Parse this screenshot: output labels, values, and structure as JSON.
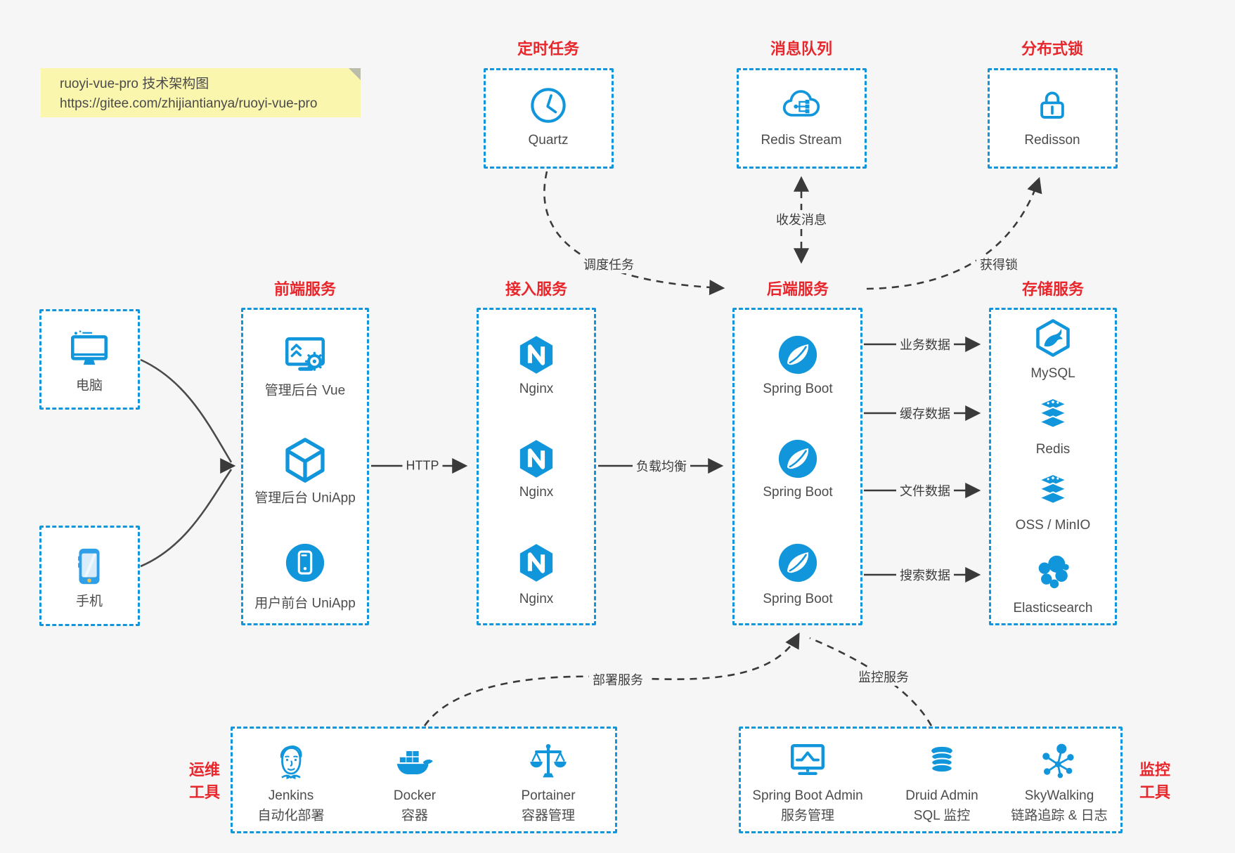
{
  "note": {
    "line1": "ruoyi-vue-pro 技术架构图",
    "line2": "https://gitee.com/zhijiantianya/ruoyi-vue-pro"
  },
  "top_nodes": [
    {
      "title": "定时任务",
      "label": "Quartz",
      "icon": "clock-icon"
    },
    {
      "title": "消息队列",
      "label": "Redis Stream",
      "icon": "cloud-message-icon"
    },
    {
      "title": "分布式锁",
      "label": "Redisson",
      "icon": "lock-icon"
    }
  ],
  "clients": [
    {
      "label": "电脑",
      "icon": "desktop-icon"
    },
    {
      "label": "手机",
      "icon": "smartphone-icon"
    }
  ],
  "columns": {
    "frontend": {
      "title": "前端服务",
      "items": [
        {
          "label": "管理后台 Vue",
          "icon": "admin-vue-icon"
        },
        {
          "label": "管理后台 UniApp",
          "icon": "uniapp-cube-icon"
        },
        {
          "label": "用户前台 UniApp",
          "icon": "mobile-app-icon"
        }
      ]
    },
    "gateway": {
      "title": "接入服务",
      "items": [
        {
          "label": "Nginx",
          "icon": "nginx-icon"
        },
        {
          "label": "Nginx",
          "icon": "nginx-icon"
        },
        {
          "label": "Nginx",
          "icon": "nginx-icon"
        }
      ]
    },
    "backend": {
      "title": "后端服务",
      "items": [
        {
          "label": "Spring Boot",
          "icon": "spring-icon"
        },
        {
          "label": "Spring Boot",
          "icon": "spring-icon"
        },
        {
          "label": "Spring Boot",
          "icon": "spring-icon"
        }
      ]
    },
    "storage": {
      "title": "存储服务",
      "items": [
        {
          "label": "MySQL",
          "icon": "mysql-icon"
        },
        {
          "label": "Redis",
          "icon": "redis-stack-icon"
        },
        {
          "label": "OSS / MinIO",
          "icon": "storage-stack-icon"
        },
        {
          "label": "Elasticsearch",
          "icon": "elasticsearch-icon"
        }
      ]
    }
  },
  "edges": {
    "schedule_task": "调度任务",
    "send_receive_message": "收发消息",
    "acquire_lock": "获得锁",
    "http": "HTTP",
    "load_balance": "负载均衡",
    "business_data": "业务数据",
    "cache_data": "缓存数据",
    "file_data": "文件数据",
    "search_data": "搜索数据",
    "deploy_service": "部署服务",
    "monitor_service": "监控服务"
  },
  "ops_tools": {
    "title_lines": [
      "运维",
      "工具"
    ],
    "items": [
      {
        "name": "Jenkins",
        "desc": "自动化部署",
        "icon": "jenkins-icon"
      },
      {
        "name": "Docker",
        "desc": "容器",
        "icon": "docker-whale-icon"
      },
      {
        "name": "Portainer",
        "desc": "容器管理",
        "icon": "scales-icon"
      }
    ]
  },
  "monitor_tools": {
    "title_lines": [
      "监控",
      "工具"
    ],
    "items": [
      {
        "name": "Spring Boot Admin",
        "desc": "服务管理",
        "icon": "monitor-chart-icon"
      },
      {
        "name": "Druid Admin",
        "desc": "SQL 监控",
        "icon": "database-icon"
      },
      {
        "name": "SkyWalking",
        "desc": "链路追踪 & 日志",
        "icon": "topology-icon"
      }
    ]
  },
  "colors": {
    "accent_blue": "#1296db",
    "title_red": "#e8272c",
    "note_bg": "#fbf6ae",
    "arrow_dark": "#3a3a3a",
    "background": "#f6f6f7"
  }
}
